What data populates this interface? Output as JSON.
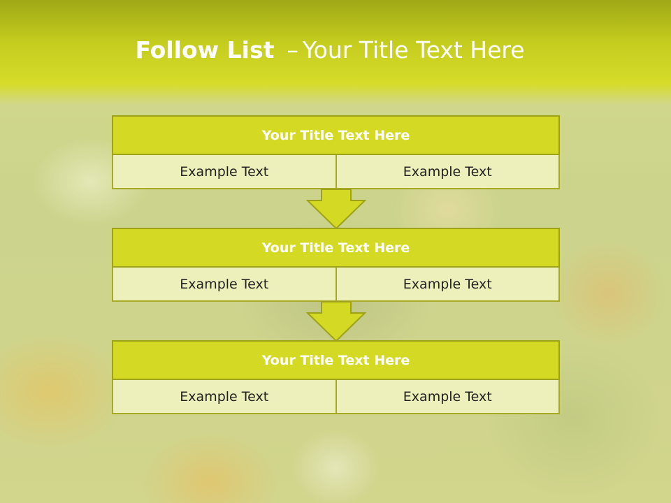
{
  "slide": {
    "title_bold": "Follow List",
    "title_dash": "–",
    "title_rest": "Your Title Text Here"
  },
  "blocks": [
    {
      "title": "Your Title Text Here",
      "left": "Example Text",
      "right": "Example Text"
    },
    {
      "title": "Your Title Text Here",
      "left": "Example Text",
      "right": "Example Text"
    },
    {
      "title": "Your Title Text Here",
      "left": "Example Text",
      "right": "Example Text"
    }
  ],
  "colors": {
    "accent": "#d4da24",
    "accent_border": "#9ea218",
    "cell_fill": "#eef0bc"
  }
}
